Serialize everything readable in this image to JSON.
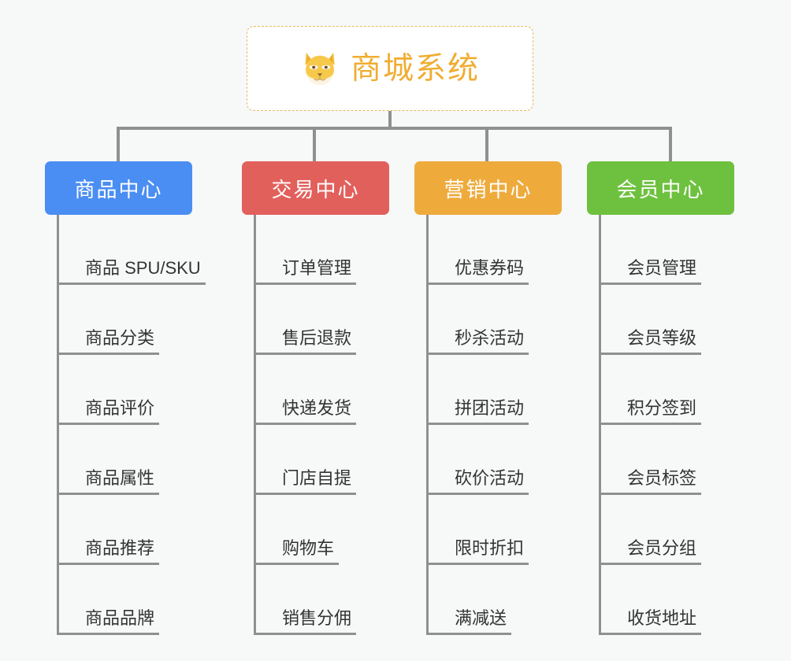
{
  "background_color": "#f7f8f8",
  "root": {
    "icon": "shiba-dog-emoji",
    "label": "商城系统",
    "text_color": "#f0ad31",
    "border_color": "#e8b863"
  },
  "connector_color": "#909090",
  "columns": [
    {
      "header": "商品中心",
      "color": "#4a8ef3",
      "items": [
        "商品 SPU/SKU",
        "商品分类",
        "商品评价",
        "商品属性",
        "商品推荐",
        "商品品牌"
      ]
    },
    {
      "header": "交易中心",
      "color": "#e2605c",
      "items": [
        "订单管理",
        "售后退款",
        "快递发货",
        "门店自提",
        "购物车",
        "销售分佣"
      ]
    },
    {
      "header": "营销中心",
      "color": "#eeab3c",
      "items": [
        "优惠券码",
        "秒杀活动",
        "拼团活动",
        "砍价活动",
        "限时折扣",
        "满减送"
      ]
    },
    {
      "header": "会员中心",
      "color": "#6ec13f",
      "items": [
        "会员管理",
        "会员等级",
        "积分签到",
        "会员标签",
        "会员分组",
        "收货地址"
      ]
    }
  ]
}
